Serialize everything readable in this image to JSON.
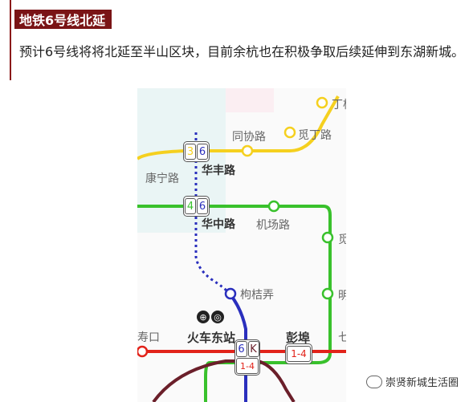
{
  "article": {
    "section_title": "地铁6号线北延",
    "paragraph": "预计6号线将将北延至半山区块，目前余杭也在积极争取后续延伸到东湖新城。"
  },
  "map": {
    "stations": {
      "tongxie": "同协路",
      "kuanding": "觅丁路",
      "ding": "丁桥",
      "kangning": "康宁路",
      "huafeng": "华丰路",
      "huazhong": "华中路",
      "jichang": "机场路",
      "goujie": "枸桔弄",
      "huochedong": "火车东站",
      "pengbu": "彭埠",
      "shoukou": "寿口",
      "right_1": "觅",
      "right_2": "明",
      "right_3": "七"
    },
    "badges": {
      "huafeng": [
        "3",
        "6"
      ],
      "huazhong": [
        "4",
        "6"
      ],
      "huochedong_top": [
        "6",
        "K"
      ],
      "huochedong_bottom": "1-4",
      "pengbu": "1-4"
    },
    "line_colors": {
      "line1": "#e2231a",
      "line3": "#f5d01f",
      "line4": "#39c12c",
      "line6": "#2a2fbd",
      "line_k": "#6b1f2a"
    }
  },
  "watermark": {
    "text": "崇贤新城生活圈"
  }
}
